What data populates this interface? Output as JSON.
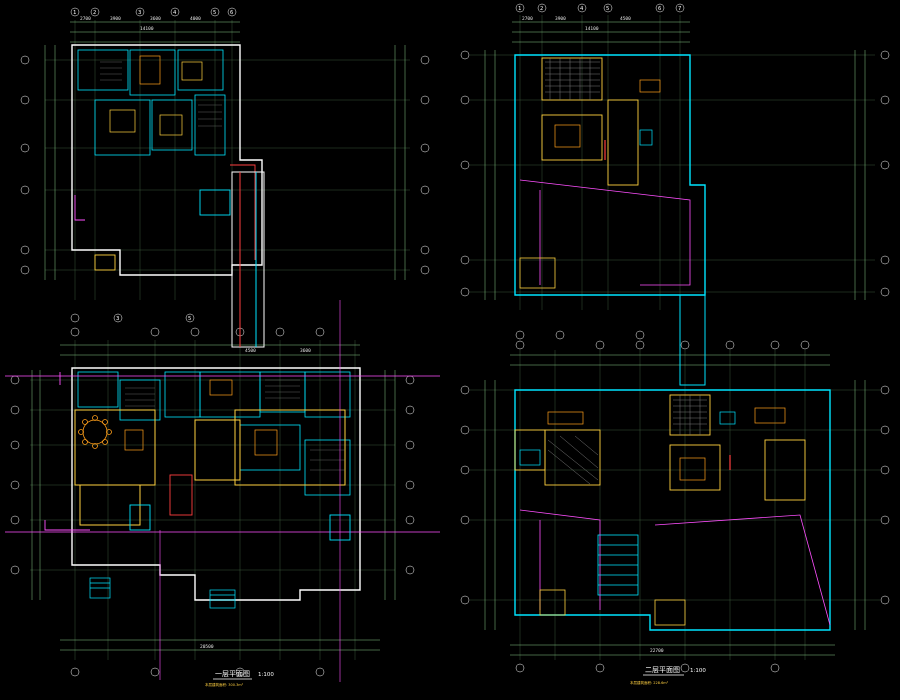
{
  "drawing": {
    "ground_title": "一层平面图",
    "second_title": "二层平面图",
    "scale": "1:100",
    "ground_note": "本层建筑面积: 300.3m²",
    "second_note": "本层建筑面积: 228.6m²"
  },
  "axes": {
    "a1": "1",
    "a2": "2",
    "a3": "3",
    "a4": "4",
    "a5": "5",
    "a6": "6",
    "a7": "7"
  },
  "dims": {
    "d2700": "2700",
    "d3900": "3900",
    "d3600": "3600",
    "d4000": "4000",
    "d4500": "4500",
    "d14100": "14100",
    "d20500": "20500",
    "d22700": "22700"
  },
  "colors": {
    "background": "#000000",
    "walls": "#ffffff",
    "cyan": "#00e5ff",
    "yellow": "#ffd23f",
    "magenta": "#ff4fff",
    "red": "#ff4040",
    "grid": "#8fe08f"
  }
}
